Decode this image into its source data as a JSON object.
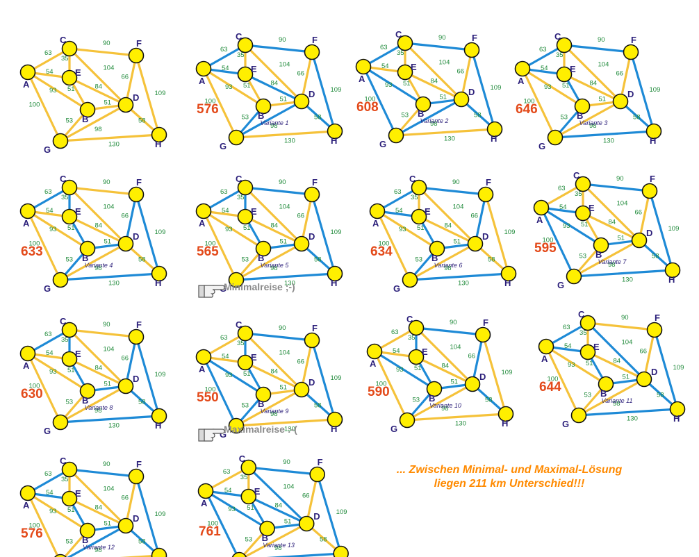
{
  "node_labels": {
    "A": "A",
    "B": "B",
    "C": "C",
    "D": "D",
    "E": "E",
    "F": "F",
    "G": "G",
    "H": "H"
  },
  "edges": [
    {
      "id": "AC",
      "from": "A",
      "to": "C",
      "w": "63"
    },
    {
      "id": "AE",
      "from": "A",
      "to": "E",
      "w": "54"
    },
    {
      "id": "AB",
      "from": "A",
      "to": "B",
      "w": "93"
    },
    {
      "id": "AG",
      "from": "A",
      "to": "G",
      "w": "100"
    },
    {
      "id": "CE",
      "from": "C",
      "to": "E",
      "w": "35"
    },
    {
      "id": "CF",
      "from": "C",
      "to": "F",
      "w": "90"
    },
    {
      "id": "CD",
      "from": "C",
      "to": "D",
      "w": "104"
    },
    {
      "id": "ED",
      "from": "E",
      "to": "D",
      "w": "84"
    },
    {
      "id": "EB",
      "from": "E",
      "to": "B",
      "w": "51"
    },
    {
      "id": "FD",
      "from": "F",
      "to": "D",
      "w": "66"
    },
    {
      "id": "FH",
      "from": "F",
      "to": "H",
      "w": "109"
    },
    {
      "id": "BD",
      "from": "B",
      "to": "D",
      "w": "51"
    },
    {
      "id": "BG",
      "from": "B",
      "to": "G",
      "w": "53"
    },
    {
      "id": "GD",
      "from": "G",
      "to": "D",
      "w": "98"
    },
    {
      "id": "DH",
      "from": "D",
      "to": "H",
      "w": "58"
    },
    {
      "id": "GH",
      "from": "G",
      "to": "H",
      "w": "130"
    }
  ],
  "colors": {
    "edge_default": "#f5c23a",
    "edge_tour": "#1e8ad6",
    "node_fill": "#ffef00",
    "node_stroke": "#111111",
    "total": "#e34a1a",
    "message": "#ff8a00"
  },
  "panels": [
    {
      "id": "base",
      "total": "",
      "label": "",
      "tour": []
    },
    {
      "id": "v1",
      "total": "576",
      "label": "Variante 1",
      "tour": [
        "CF",
        "FH",
        "DH",
        "ED",
        "AE",
        "AC",
        "GD",
        "BG"
      ]
    },
    {
      "id": "v2",
      "total": "608",
      "label": "Variante 2",
      "tour": [
        "AC",
        "CF",
        "FH",
        "DH",
        "BD",
        "AB",
        "AG",
        "GD"
      ]
    },
    {
      "id": "v3",
      "total": "646",
      "label": "Variante 3",
      "tour": [
        "AC",
        "CF",
        "FH",
        "GH",
        "BG",
        "EB",
        "AE",
        "DH"
      ]
    },
    {
      "id": "v4",
      "total": "633",
      "label": "Variante 4",
      "tour": [
        "AC",
        "CE",
        "EB",
        "BD",
        "FD",
        "FH",
        "GH",
        "BG"
      ]
    },
    {
      "id": "v5",
      "total": "565",
      "label": "Variante 5",
      "tour": [
        "AC",
        "CF",
        "FH",
        "GH",
        "BD",
        "EB",
        "CE",
        "DH"
      ]
    },
    {
      "id": "v6",
      "total": "634",
      "label": "Variante 6",
      "tour": [
        "AC",
        "CF",
        "FD",
        "AE",
        "EB",
        "BD",
        "GH",
        "BG"
      ]
    },
    {
      "id": "v7",
      "total": "595",
      "label": "Variante 7",
      "tour": [
        "CF",
        "FH",
        "DH",
        "BD",
        "AB",
        "AE",
        "AG",
        "GH"
      ]
    },
    {
      "id": "v8",
      "total": "630",
      "label": "Variante 8",
      "tour": [
        "AC",
        "CE",
        "EB",
        "BD",
        "FD",
        "FH",
        "GH",
        "DH"
      ]
    },
    {
      "id": "v9",
      "total": "550",
      "label": "Variante 9",
      "tour": [
        "CF",
        "FH",
        "DH",
        "CE",
        "EB",
        "AB",
        "AG",
        "BG"
      ]
    },
    {
      "id": "v10",
      "total": "590",
      "label": "Variante 10",
      "tour": [
        "CF",
        "FD",
        "DH",
        "BD",
        "EB",
        "CE",
        "BG",
        "AB"
      ]
    },
    {
      "id": "v11",
      "total": "644",
      "label": "Variante 11",
      "tour": [
        "AC",
        "CD",
        "DH",
        "AE",
        "EB",
        "BD",
        "GH",
        "FH"
      ]
    },
    {
      "id": "v12",
      "total": "576",
      "label": "Variante 12",
      "tour": [
        "AC",
        "CF",
        "FH",
        "DH",
        "AE",
        "EB",
        "BD",
        "GD"
      ]
    },
    {
      "id": "v13",
      "total": "761",
      "label": "Variante 13",
      "tour": [
        "CF",
        "CD",
        "ED",
        "AE",
        "AB",
        "AG",
        "GH",
        "FH",
        "EB",
        "BD"
      ]
    }
  ],
  "notes": {
    "minimal": "Minimalreise ;-)",
    "maximal": "Maximalreise :-("
  },
  "message": {
    "line1": "... Zwischen Minimal- und Maximal-Lösung",
    "line2": "liegen 211 km Unterschied!!!"
  }
}
